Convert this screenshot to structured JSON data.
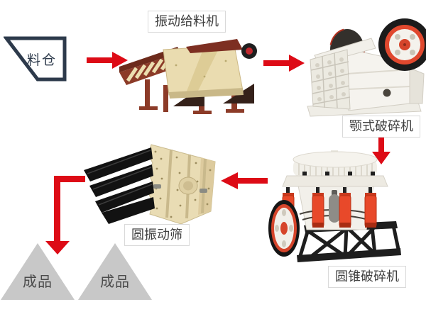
{
  "diagram": {
    "type": "process-flow",
    "subject": "stone crushing production line",
    "colors": {
      "background": "#ffffff",
      "arrow": "#dd0b16",
      "hopper_outline": "#2d3a4b",
      "label_border": "#d9d9d9",
      "label_text": "#3f3f3f",
      "triangle_fill": "#c8c8c8",
      "triangle_text": "#4b4b4b"
    },
    "nodes": {
      "hopper": {
        "label": "料仓",
        "kind": "silo-outline-shape"
      },
      "feeder": {
        "label": "振动给料机",
        "kind": "machine-photo"
      },
      "jaw": {
        "label": "颚式破碎机",
        "kind": "machine-photo"
      },
      "cone": {
        "label": "圆锥破碎机",
        "kind": "machine-photo"
      },
      "screen": {
        "label": "圆振动筛",
        "kind": "machine-photo"
      },
      "product_left": {
        "label": "成品",
        "kind": "gray-triangle"
      },
      "product_right": {
        "label": "成品",
        "kind": "gray-triangle"
      }
    },
    "arrows": [
      {
        "from": "hopper",
        "to": "feeder",
        "direction": "right"
      },
      {
        "from": "feeder",
        "to": "jaw",
        "direction": "right"
      },
      {
        "from": "jaw",
        "to": "cone",
        "direction": "down"
      },
      {
        "from": "cone",
        "to": "screen",
        "direction": "left"
      },
      {
        "from": "screen",
        "to": "product_left",
        "direction": "down-elbow"
      }
    ]
  }
}
